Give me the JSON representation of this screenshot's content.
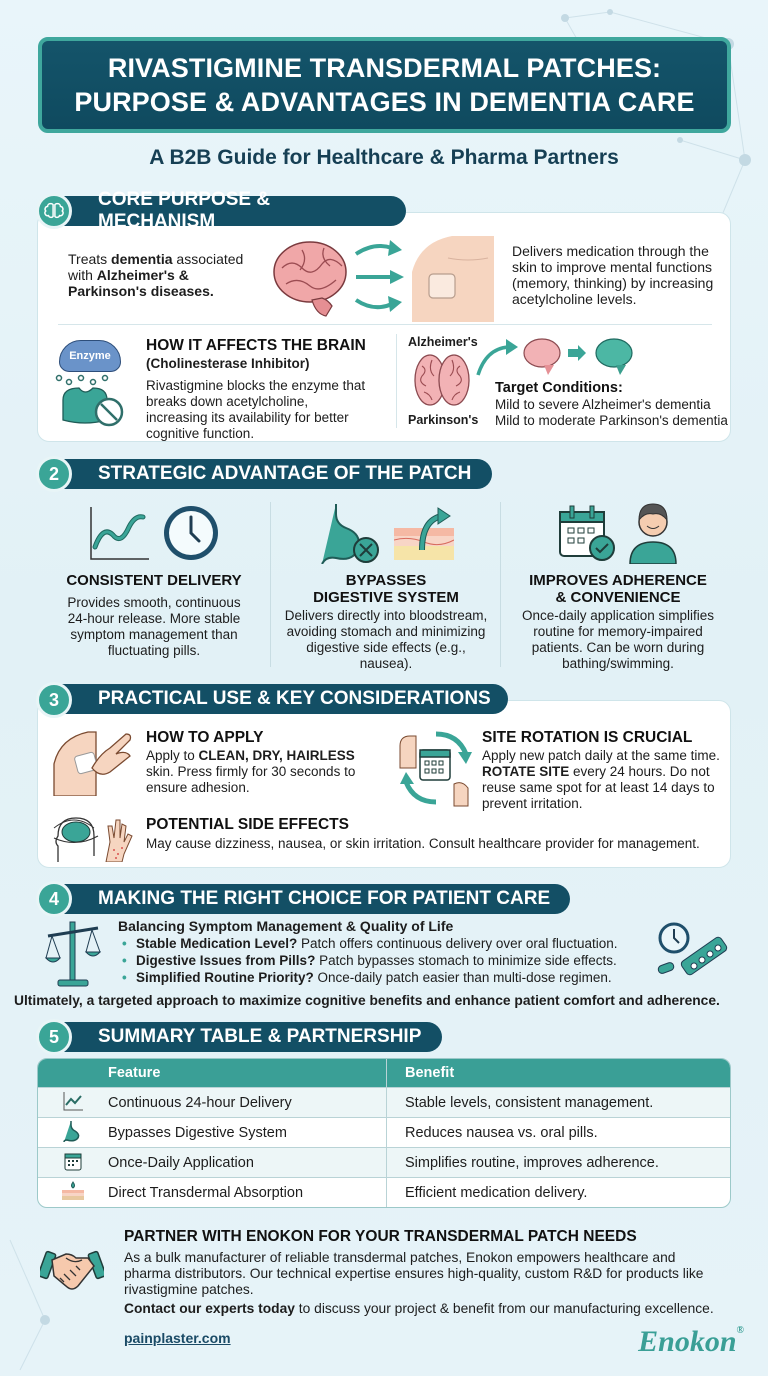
{
  "header": {
    "title_line1": "RIVASTIGMINE TRANSDERMAL PATCHES:",
    "title_line2": "PURPOSE & ADVANTAGES IN DEMENTIA CARE",
    "subtitle": "A B2B Guide for Healthcare & Pharma Partners"
  },
  "colors": {
    "navy": "#134f65",
    "teal": "#3aa597",
    "background": "#e6f3f8",
    "accent_logo": "#3a9f96"
  },
  "section1": {
    "badge_icon": "brain-icon",
    "title": "CORE PURPOSE & MECHANISM",
    "treats_prefix": "Treats ",
    "treats_bold1": "dementia",
    "treats_mid": " associated with ",
    "treats_bold2": "Alzheimer's & Parkinson's diseases.",
    "delivers_text": "Delivers medication through the skin to improve mental functions (memory, thinking) by increasing acetylcholine levels.",
    "enzyme_label": "Enzyme",
    "brain_heading": "HOW IT AFFECTS THE BRAIN",
    "brain_subheading": "(Cholinesterase Inhibitor)",
    "brain_text": "Rivastigmine blocks the enzyme that breaks down acetylcholine, increasing its availability for better cognitive function.",
    "label_alzheimers": "Alzheimer's",
    "label_parkinsons": "Parkinson's",
    "target_heading": "Target Conditions:",
    "target_items": [
      "Mild to severe Alzheimer's dementia",
      "Mild to moderate Parkinson's dementia"
    ]
  },
  "section2": {
    "badge": "2",
    "title": "STRATEGIC ADVANTAGE OF THE PATCH",
    "columns": [
      {
        "icons": [
          "line-chart-icon",
          "clock-icon"
        ],
        "heading": "CONSISTENT DELIVERY",
        "text": "Provides smooth, continuous 24-hour release. More stable symptom management than fluctuating pills."
      },
      {
        "icons": [
          "stomach-x-icon",
          "skin-layer-arrow-icon"
        ],
        "heading": "BYPASSES DIGESTIVE SYSTEM",
        "text": "Delivers directly into bloodstream, avoiding stomach and minimizing digestive side effects (e.g., nausea)."
      },
      {
        "icons": [
          "calendar-check-icon",
          "patient-icon"
        ],
        "heading": "IMPROVES ADHERENCE & CONVENIENCE",
        "text": "Once-daily application simplifies routine for memory-impaired patients. Can be worn during bathing/swimming."
      }
    ]
  },
  "section3": {
    "badge": "3",
    "title": "PRACTICAL USE & KEY CONSIDERATIONS",
    "apply_heading": "HOW TO APPLY",
    "apply_prefix": "Apply to ",
    "apply_bold": "CLEAN, DRY, HAIRLESS",
    "apply_suffix": " skin. Press firmly for 30 seconds to ensure adhesion.",
    "rotation_heading": "SITE ROTATION IS CRUCIAL",
    "rotation_line1": "Apply new patch daily at the same time.",
    "rotation_bold": "ROTATE SITE",
    "rotation_suffix": " every 24 hours. Do not reuse same spot for at least 14 days to prevent irritation.",
    "side_heading": "POTENTIAL SIDE EFFECTS",
    "side_text": "May cause dizziness, nausea, or skin irritation. Consult healthcare provider for management."
  },
  "section4": {
    "badge": "4",
    "title": "MAKING THE RIGHT CHOICE FOR PATIENT CARE",
    "subheading": "Balancing Symptom Management & Quality of Life",
    "bullets": [
      {
        "bold": "Stable Medication Level?",
        "text": " Patch offers continuous delivery over oral fluctuation."
      },
      {
        "bold": "Digestive Issues from Pills?",
        "text": " Patch bypasses stomach to minimize side effects."
      },
      {
        "bold": "Simplified Routine Priority?",
        "text": " Once-daily patch easier than multi-dose regimen."
      }
    ],
    "conclusion": "Ultimately, a targeted approach to maximize cognitive benefits and enhance patient comfort and adherence."
  },
  "section5": {
    "badge": "5",
    "title": "SUMMARY TABLE & PARTNERSHIP",
    "table": {
      "headers": [
        "Feature",
        "Benefit"
      ],
      "rows": [
        {
          "icon": "line-chart-icon",
          "feature": "Continuous 24-hour Delivery",
          "benefit": "Stable levels, consistent management."
        },
        {
          "icon": "stomach-icon",
          "feature": "Bypasses Digestive System",
          "benefit": "Reduces nausea vs. oral pills."
        },
        {
          "icon": "calendar-icon",
          "feature": "Once-Daily Application",
          "benefit": "Simplifies routine, improves adherence."
        },
        {
          "icon": "skin-layer-icon",
          "feature": "Direct Transdermal Absorption",
          "benefit": "Efficient medication delivery."
        }
      ]
    }
  },
  "partner": {
    "heading": "PARTNER WITH ENOKON FOR YOUR TRANSDERMAL PATCH NEEDS",
    "text": "As a bulk manufacturer of reliable transdermal patches, Enokon empowers healthcare and pharma distributors. Our technical expertise ensures high-quality, custom R&D for products like rivastigmine patches.",
    "cta_bold": "Contact our experts today",
    "cta_text": " to discuss your project & benefit from our manufacturing excellence.",
    "link": "painplaster.com",
    "logo": "Enokon",
    "logo_mark": "®"
  }
}
